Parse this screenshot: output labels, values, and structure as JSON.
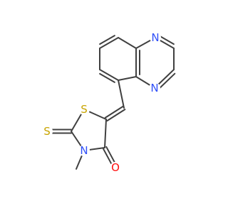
{
  "molecule": {
    "colors": {
      "bond": "#404040",
      "N": "#3050f8",
      "O": "#ff0d0d",
      "S": "#c8a400",
      "C": "#404040"
    },
    "atoms": [
      {
        "id": "N1",
        "label": "N",
        "element": "N"
      },
      {
        "id": "N4",
        "label": "N",
        "element": "N"
      },
      {
        "id": "S1",
        "label": "S",
        "element": "S"
      },
      {
        "id": "S_ext",
        "label": "S",
        "element": "S"
      },
      {
        "id": "N3",
        "label": "N",
        "element": "N"
      },
      {
        "id": "O",
        "label": "O",
        "element": "O"
      },
      {
        "id": "Me",
        "label": "CH3",
        "element": "C",
        "hidden": true
      }
    ]
  }
}
